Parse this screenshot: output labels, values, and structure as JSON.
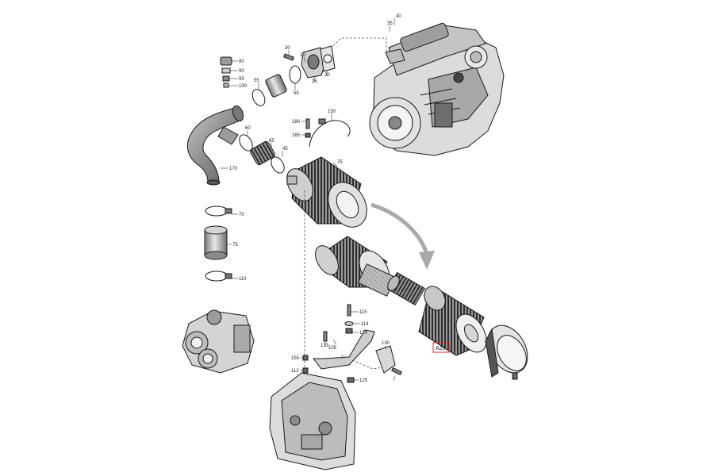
{
  "diagram": {
    "highlight": {
      "label": "A20",
      "color": "#e0232a"
    },
    "part_labels": [
      "40",
      "35",
      "30",
      "10",
      "25",
      "20",
      "80",
      "90",
      "95",
      "100",
      "55",
      "55",
      "150",
      "180",
      "165",
      "60",
      "65",
      "45",
      "170",
      "75",
      "70",
      "75",
      "110",
      "115",
      "114",
      "120",
      "133",
      "105",
      "155",
      "112",
      "125",
      "130"
    ]
  },
  "colors": {
    "line": "#1a1a1a",
    "fill_light": "#e6e6e6",
    "fill_mid": "#bdbdbd",
    "fill_dark": "#6a6a6a",
    "arrow": "#a9a9a9"
  }
}
